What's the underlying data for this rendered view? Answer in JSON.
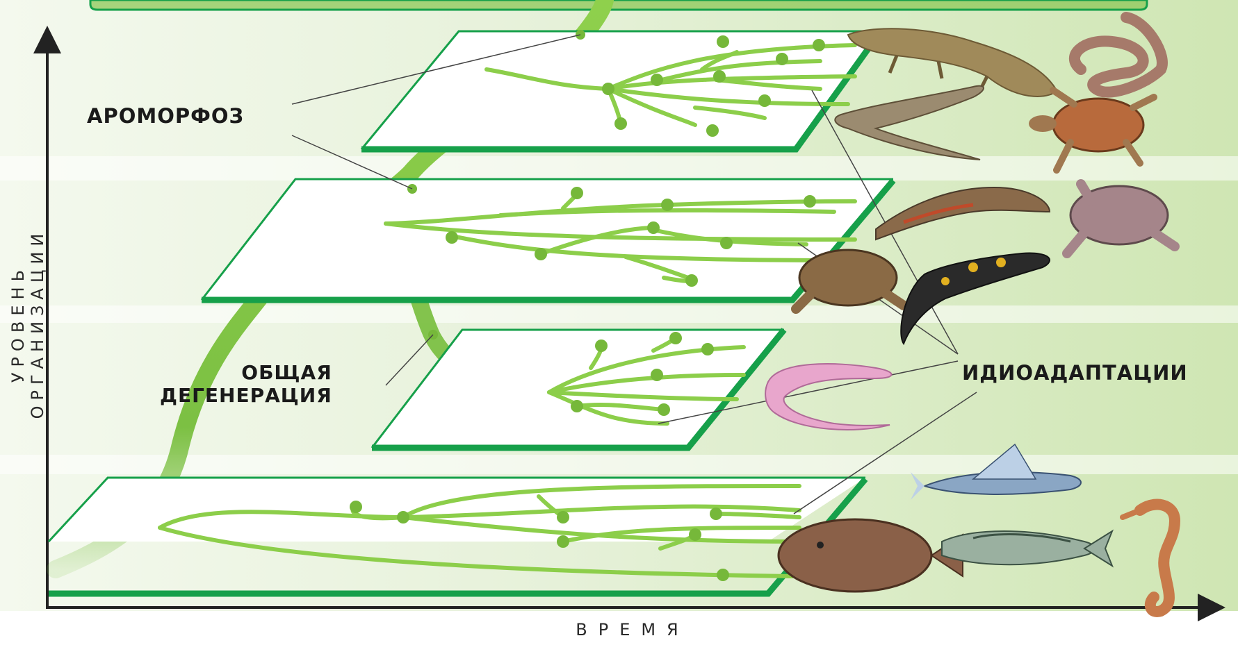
{
  "labels": {
    "aromorphosis": "АРОМОРФОЗ",
    "degeneration_line1": "ОБЩАЯ",
    "degeneration_line2": "ДЕГЕНЕРАЦИЯ",
    "idioadaptations": "ИДИОАДАПТАЦИИ",
    "y_axis": "УРОВЕНЬ ОРГАНИЗАЦИИ",
    "x_axis": "ВРЕМЯ"
  },
  "colors": {
    "branch": "#8cce4a",
    "node": "#76b83a",
    "plane_edge": "#16a04a",
    "band_green": "#d2e7b6",
    "arrow": "#222222"
  },
  "levels": [
    {
      "id": "fishes",
      "animals": [
        "flying-fish",
        "flounder",
        "mackerel",
        "seahorse"
      ]
    },
    {
      "id": "degenerate-amphibian",
      "animals": [
        "olm"
      ]
    },
    {
      "id": "amphibians",
      "animals": [
        "newt",
        "toad",
        "frog",
        "fire-salamander"
      ]
    },
    {
      "id": "reptiles",
      "animals": [
        "crocodile",
        "snake",
        "lizard",
        "turtle"
      ]
    }
  ]
}
